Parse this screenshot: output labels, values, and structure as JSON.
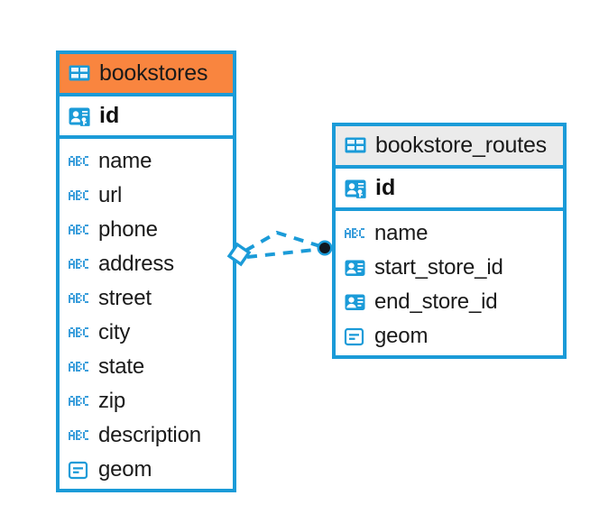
{
  "diagram": {
    "type": "entity-relationship-diagram",
    "background_color": "#FFFFFF",
    "accent_color": "#1B9BD8",
    "highlight_color": "#F9853F",
    "neutral_header_color": "#EBEBEB"
  },
  "entities": [
    {
      "name": "bookstores",
      "header_color": "#F9853F",
      "primary_key": {
        "label": "id",
        "icon": "primary-key-icon"
      },
      "attributes": [
        {
          "label": "name",
          "icon": "abc-text-icon"
        },
        {
          "label": "url",
          "icon": "abc-text-icon"
        },
        {
          "label": "phone",
          "icon": "abc-text-icon"
        },
        {
          "label": "address",
          "icon": "abc-text-icon"
        },
        {
          "label": "street",
          "icon": "abc-text-icon"
        },
        {
          "label": "city",
          "icon": "abc-text-icon"
        },
        {
          "label": "state",
          "icon": "abc-text-icon"
        },
        {
          "label": "zip",
          "icon": "abc-text-icon"
        },
        {
          "label": "description",
          "icon": "abc-text-icon"
        },
        {
          "label": "geom",
          "icon": "geometry-icon"
        }
      ]
    },
    {
      "name": "bookstore_routes",
      "header_color": "#EBEBEB",
      "primary_key": {
        "label": "id",
        "icon": "primary-key-icon"
      },
      "attributes": [
        {
          "label": "name",
          "icon": "abc-text-icon"
        },
        {
          "label": "start_store_id",
          "icon": "foreign-key-icon"
        },
        {
          "label": "end_store_id",
          "icon": "foreign-key-icon"
        },
        {
          "label": "geom",
          "icon": "geometry-icon"
        }
      ]
    }
  ],
  "relationship": {
    "source_entity": "bookstores",
    "target_entity": "bookstore_routes",
    "source_marker": "diamond-open-marker",
    "target_marker": "filled-circle-marker",
    "line_style": "dashed",
    "line_color": "#1B9BD8",
    "branch_count": 2
  }
}
